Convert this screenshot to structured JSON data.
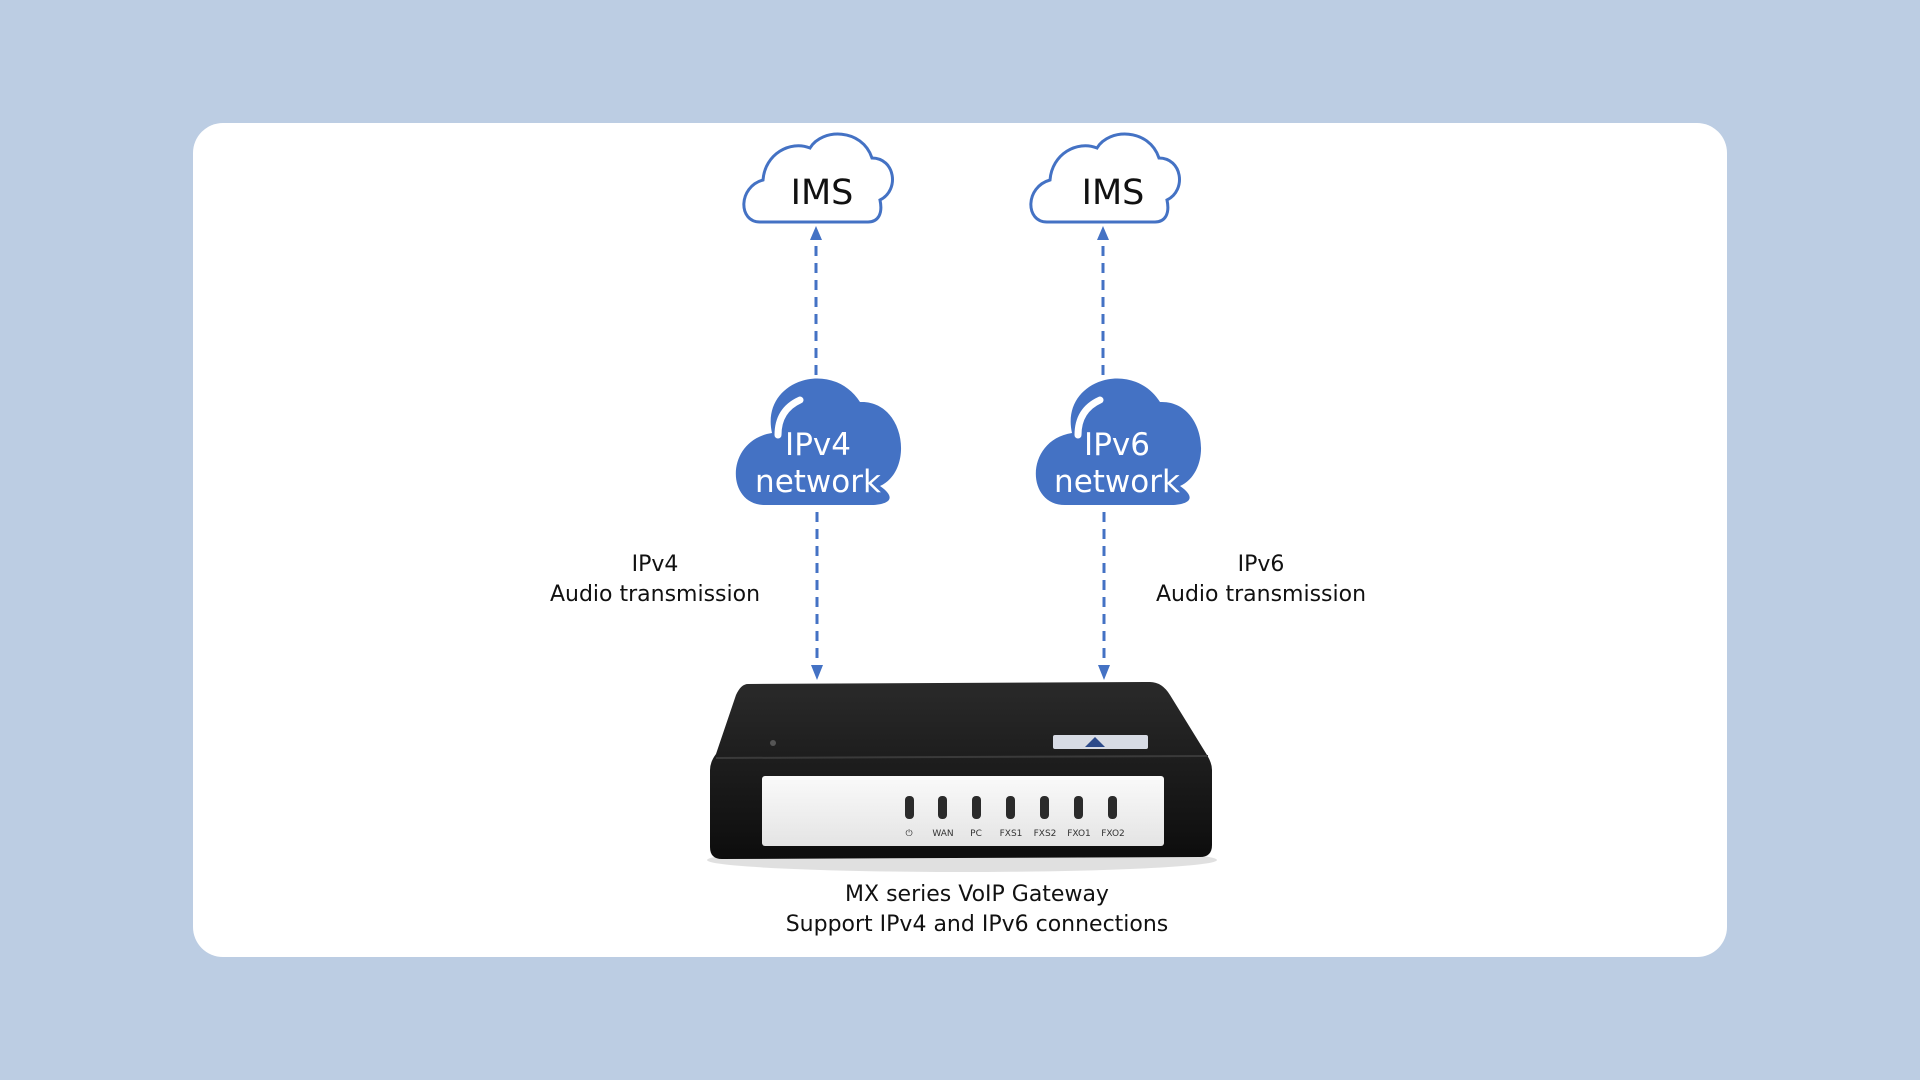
{
  "diagram": {
    "ims_left": "IMS",
    "ims_right": "IMS",
    "ipv4_cloud": {
      "line1": "IPv4",
      "line2": "network"
    },
    "ipv6_cloud": {
      "line1": "IPv6",
      "line2": "network"
    },
    "left_link": {
      "line1": "IPv4",
      "line2": "Audio transmission"
    },
    "right_link": {
      "line1": "IPv6",
      "line2": "Audio transmission"
    },
    "device": {
      "port_labels": [
        "⏻",
        "WAN",
        "PC",
        "FXS1",
        "FXS2",
        "FXO1",
        "FXO2"
      ]
    },
    "caption": {
      "line1": "MX series VoIP Gateway",
      "line2": "Support  IPv4 and IPv6 connections"
    }
  },
  "colors": {
    "background": "#bccde3",
    "card": "#ffffff",
    "cloud_fill": "#4472c4",
    "cloud_outline": "#4472c4",
    "arrow": "#4472c4",
    "device_body": "#1a1a1a",
    "device_panel": "#f1f1f1"
  }
}
